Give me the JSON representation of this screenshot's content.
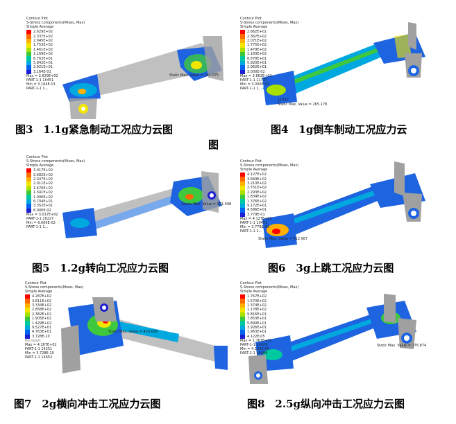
{
  "colors": [
    "#ff0000",
    "#ff6a00",
    "#ffb000",
    "#f2e600",
    "#a8e000",
    "#3ec83e",
    "#00c8a0",
    "#00a8e0",
    "#0064f0",
    "#1e1ed2",
    "#c0c0c0"
  ],
  "figures": [
    {
      "caption": "图3　1.1g紧急制动工况应力云图",
      "caption_wrap": "图",
      "title": "Contour Plot",
      "component": "S-Stress components(Mises, Max)",
      "average": "Simple Average",
      "scale": [
        "2.629E+02",
        "2.337E+02",
        "2.045E+02",
        "1.753E+02",
        "1.461E+02",
        "1.169E+02",
        "8.763E+01",
        "5.842E+01",
        "2.921E+01",
        "3.164E-01"
      ],
      "max_label": "Max = 2.629E+02",
      "max_part": "PART-1-1 10451",
      "min_label": "Min = 3.164E-01",
      "min_part": "PART-1-1 1...",
      "static_max": "Static Max. Value = 261.975"
    },
    {
      "caption": "图4　1g倒车制动工况应力云",
      "title": "Contour Plot",
      "component": "S-Stress components(Mises, Max)",
      "average": "Simple Average",
      "scale": [
        "2.662E+02",
        "2.367E+02",
        "2.071E+02",
        "1.775E+02",
        "1.479E+02",
        "1.183E+02",
        "8.878E+01",
        "5.920E+01",
        "2.962E+01",
        "3.000E-02"
      ],
      "max_label": "Max = 2.662E+02",
      "max_part": "PART-1-1 11737",
      "min_label": "Min = 3.000E-02",
      "min_part": "PART-1-1 1...",
      "node": "11737",
      "static_max": "Static Max. Value = 265.178"
    },
    {
      "caption": "图5　1.2g转向工况应力云图",
      "title": "Contour Plot",
      "component": "S-Stress components(Mises, Max)",
      "average": "Simple Average",
      "scale": [
        "3.017E+02",
        "2.682E+02",
        "2.347E+02",
        "2.011E+02",
        "1.676E+02",
        "1.341E+02",
        "1.006E+02",
        "6.704E+01",
        "3.352E+01",
        "6.000E-02"
      ],
      "max_label": "Max = 3.017E+02",
      "max_part": "PART-1-1 10227",
      "min_label": "Min = 6.000E-02",
      "min_part": "PART-1-1 1...",
      "static_max": "Static Max. Value = 301.698"
    },
    {
      "caption": "图6　3g上跳工况应力云图",
      "title": "Contour Plot",
      "component": "S-Stress components(Mises, Max)",
      "average": "Simple Average",
      "scale": [
        "4.127E+02",
        "3.669E+02",
        "3.210E+02",
        "2.751E+02",
        "2.293E+02",
        "1.834E+02",
        "1.376E+02",
        "9.172E+01",
        "4.586E+01",
        "3.779E-01"
      ],
      "max_label": "Max = 4.127E+02",
      "max_part": "PART-1-1 10451",
      "min_label": "Min = 3.779E-01",
      "min_part": "PART-1-1 1...",
      "static_max": "Static Max. Value = 412.987"
    },
    {
      "caption": "图7　2g横向冲击工况应力云图",
      "title": "Contour Plot",
      "component": "S-Stress components(Mises, Max)",
      "average": "Simple Average",
      "scale": [
        "4.287E+02",
        "3.811E+02",
        "3.334E+02",
        "2.858E+02",
        "2.382E+02",
        "1.905E+02",
        "1.429E+02",
        "9.527E+01",
        "4.763E+01",
        "3.728E-10"
      ],
      "no_result": "No result",
      "max_label": "Max = 4.287E+02",
      "max_part": "PART-1-1 14251",
      "min_label": "Min = 3.728E-10",
      "min_part": "PART-1-1 14652",
      "static_max": "Static Max. Value = 428.698"
    },
    {
      "caption": "图8　2.5g纵向冲击工况应力云图",
      "title": "Contour Plot",
      "component": "S-Stress components(Mises, Max)",
      "average": "Simple Average",
      "scale": [
        "1.767E+02",
        "1.570E+02",
        "1.374E+02",
        "1.178E+02",
        "9.816E+01",
        "7.853E+01",
        "5.890E+01",
        "3.926E+01",
        "1.963E+01",
        "4.122E-05"
      ],
      "max_label": "Max = 1.767E+02",
      "max_part": "PART-1-1 10429",
      "min_label": "Min = 4.122E-05",
      "min_part": "PART-1-1 14689",
      "static_max": "Static Max. Value = 176.874"
    }
  ]
}
